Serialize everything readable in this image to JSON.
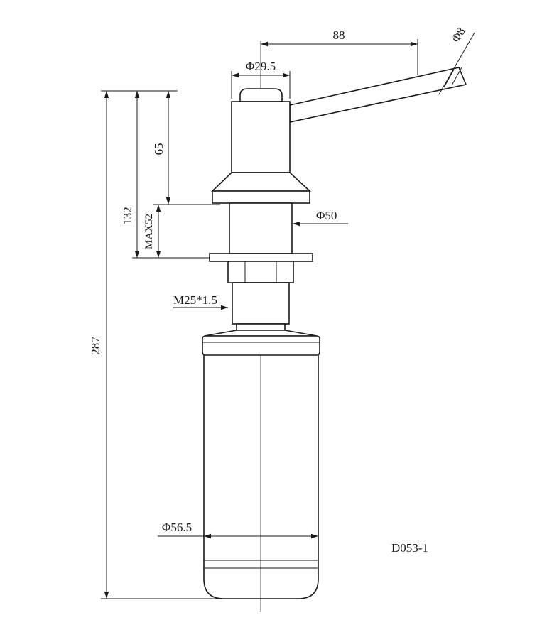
{
  "colors": {
    "line": "#1a1a1a",
    "background": "#ffffff"
  },
  "part_number": "D053-1",
  "dimensions": {
    "spout_reach": "88",
    "spout_diameter": "Φ8",
    "head_diameter": "Φ29.5",
    "head_height": "65",
    "above_counter_total": "132",
    "max_deck_thickness": "MAX52",
    "overall_height": "287",
    "flange_diameter": "Φ50",
    "thread_spec": "M25*1.5",
    "bottle_diameter": "Φ56.5"
  }
}
